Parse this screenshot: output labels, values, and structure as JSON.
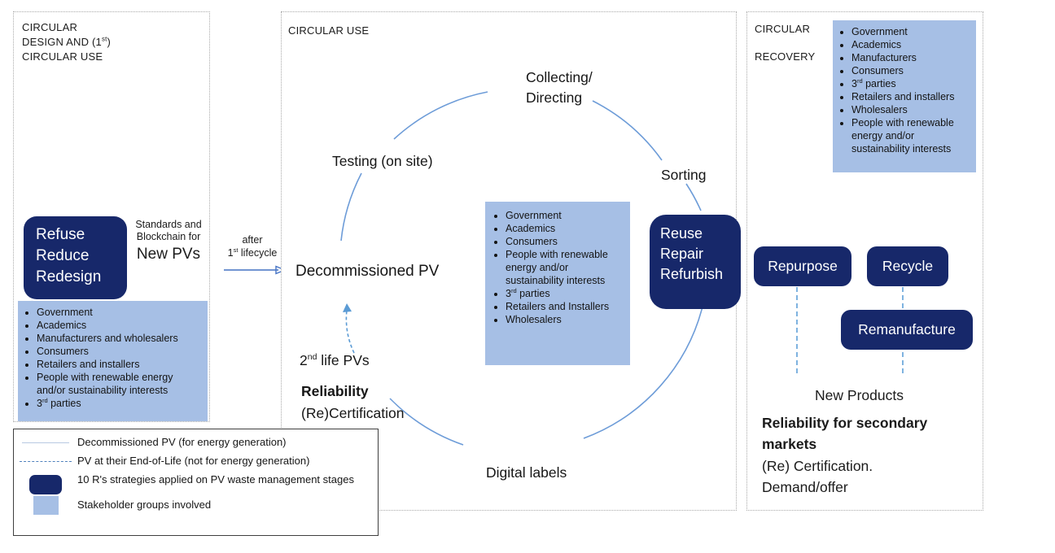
{
  "colors": {
    "strategy_navy": "#17286A",
    "stakeholder_lightblue": "#A6BFE5",
    "cycle_arc_blue": "#6D9CD8",
    "dashed_blue": "#5B9BD5",
    "transition_arrow_blue": "#4472C4"
  },
  "left_panel": {
    "title_lines": [
      "CIRCULAR",
      "DESIGN AND (1[sup]st[/sup])",
      "CIRCULAR USE"
    ],
    "strategy_box": {
      "lines": [
        "Refuse",
        "Reduce",
        "Redesign"
      ]
    },
    "side_note": {
      "small": "Standards and Blockchain for",
      "big": "New PVs"
    },
    "stakeholders": [
      "Government",
      "Academics",
      "Manufacturers and wholesalers",
      "Consumers",
      "Retailers and installers",
      "People with renewable energy and/or sustainability interests",
      "3[sup]rd[/sup] parties"
    ]
  },
  "transition": {
    "line1": "after",
    "line2": "1[sup]st[/sup] lifecycle"
  },
  "center_panel": {
    "title": "CIRCULAR USE",
    "labels": {
      "collecting_1": "Collecting/",
      "collecting_2": "Directing",
      "testing": "Testing (on site)",
      "sorting": "Sorting",
      "decommissioned": "Decommissioned PV",
      "second_life": "2[sup]nd[/sup] life PVs",
      "reliability": "Reliability",
      "recertification": "(Re)Certification",
      "digital_labels": "Digital labels"
    },
    "strategy_box": {
      "lines": [
        "Reuse",
        "Repair",
        "Refurbish"
      ]
    },
    "stakeholders": [
      "Government",
      "Academics",
      "Consumers",
      "People with renewable energy and/or sustainability interests",
      "3[sup]rd[/sup] parties",
      "Retailers and Installers",
      "Wholesalers"
    ]
  },
  "right_panel": {
    "title_1": "CIRCULAR",
    "title_2": "RECOVERY",
    "stakeholders": [
      "Government",
      "Academics",
      "Manufacturers",
      "Consumers",
      "3[sup]rd[/sup] parties",
      "Retailers and installers",
      "Wholesalers",
      "People with renewable energy and/or sustainability interests"
    ],
    "boxes": {
      "repurpose": "Repurpose",
      "recycle": "Recycle",
      "remanufacture": "Remanufacture"
    },
    "new_products": "New Products",
    "reliability_bold": "Reliability for secondary markets",
    "recertification": "(Re) Certification.",
    "demand": "Demand/offer"
  },
  "legend": {
    "items": [
      {
        "swatch": "solid-line",
        "label": "Decommissioned PV (for energy generation)"
      },
      {
        "swatch": "dashed-line",
        "label": "PV at their End-of-Life (not for energy generation)"
      },
      {
        "swatch": "navy-box",
        "label": "10 R's strategies applied on PV waste management stages"
      },
      {
        "swatch": "light-box",
        "label": "Stakeholder groups involved"
      }
    ]
  }
}
